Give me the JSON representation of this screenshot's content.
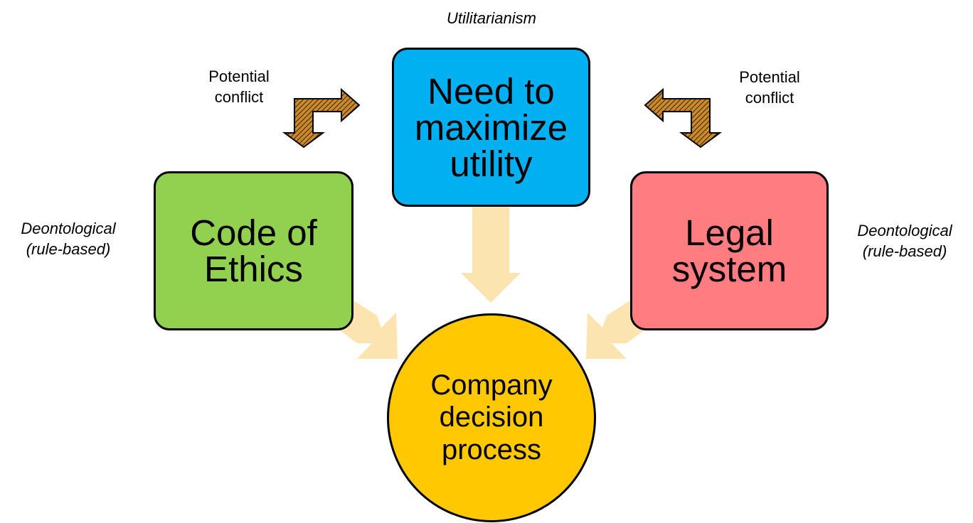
{
  "diagram": {
    "nodes": {
      "utility": {
        "label": "Need to maximize utility",
        "lines": [
          "Need to",
          "maximize",
          "utility"
        ],
        "color": "#00B0F0"
      },
      "ethics": {
        "label": "Code of Ethics",
        "lines": [
          "Code of",
          "Ethics"
        ],
        "color": "#92D050"
      },
      "legal": {
        "label": "Legal system",
        "lines": [
          "Legal",
          "system"
        ],
        "color": "#FF7C80"
      },
      "decision": {
        "label": "Company decision process",
        "lines": [
          "Company",
          "decision",
          "process"
        ],
        "color": "#FFC800"
      }
    },
    "annotations": {
      "utilitarianism": "Utilitarianism",
      "conflict_left": [
        "Potential",
        "conflict"
      ],
      "conflict_right": [
        "Potential",
        "conflict"
      ],
      "deontological_left": [
        "Deontological",
        "(rule-based)"
      ],
      "deontological_right": [
        "Deontological",
        "(rule-based)"
      ]
    },
    "edges": [
      {
        "from": "utility",
        "to": "decision",
        "style": "block-arrow",
        "color": "#FCE4B0"
      },
      {
        "from": "ethics",
        "to": "decision",
        "style": "block-arrow",
        "color": "#FCE4B0"
      },
      {
        "from": "legal",
        "to": "decision",
        "style": "block-arrow",
        "color": "#FCE4B0"
      },
      {
        "from": "ethics",
        "to": "utility",
        "style": "bent-double-arrow",
        "relation": "conflict_left",
        "color": "#C88A2A"
      },
      {
        "from": "utility",
        "to": "legal",
        "style": "bent-double-arrow",
        "relation": "conflict_right",
        "color": "#C88A2A"
      }
    ]
  }
}
